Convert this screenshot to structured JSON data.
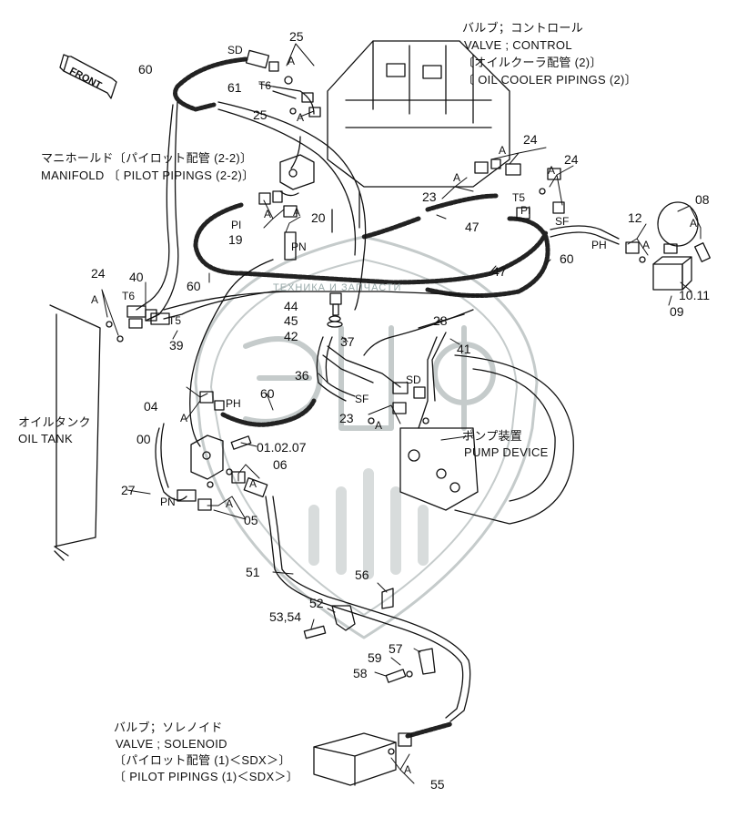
{
  "labels": {
    "control_valve": [
      "バルブ；コントロール",
      "VALVE ; CONTROL",
      "〔オイルクーラ配管 (2)〕",
      "〔 OIL COOLER PIPINGS (2)〕"
    ],
    "manifold": [
      "マニホールド〔パイロット配管 (2-2)〕",
      "MANIFOLD 〔 PILOT PIPINGS (2-2)〕"
    ],
    "oil_tank": [
      "オイルタンク",
      "OIL TANK"
    ],
    "pump_device": [
      "ポンプ装置",
      "PUMP DEVICE"
    ],
    "solenoid_valve": [
      "バルブ；ソレノイド",
      "VALVE ; SOLENOID",
      "〔パイロット配管 (1)＜SDX＞〕",
      "〔 PILOT PIPINGS (1)＜SDX＞〕"
    ],
    "front": "FRONT",
    "watermark": "ТЕХНИКА И ЗАПЧАСТИ"
  },
  "callouts": {
    "n25a": "25",
    "n25b": "25",
    "n60a": "60",
    "n61": "61",
    "n24a": "24",
    "n24b": "24",
    "n24c": "24",
    "n23a": "23",
    "n23b": "23",
    "n47a": "47",
    "n47b": "47",
    "n08": "08",
    "n12": "12",
    "n20": "20",
    "n19": "19",
    "n60b": "60",
    "n60c": "60",
    "n60d": "60",
    "n40": "40",
    "n39": "39",
    "n44": "44",
    "n45": "45",
    "n42": "42",
    "n28": "28",
    "n41": "41",
    "n37": "37",
    "n36": "36",
    "n04": "04",
    "n00": "00",
    "n01": "01.02.07",
    "n06": "06",
    "n27": "27",
    "n05": "05",
    "n09": "09",
    "n10": "10.11",
    "n51": "51",
    "n56": "56",
    "n52": "52",
    "n53": "53,54",
    "n57": "57",
    "n59": "59",
    "n58": "58",
    "n55": "55"
  },
  "ports": {
    "sd1": "SD",
    "t6a": "T6",
    "t6b": "T6",
    "t5a": "T5",
    "t5b": "T5",
    "pi1": "PI",
    "pi2": "PI",
    "sf1": "SF",
    "sf2": "SF",
    "ph1": "PH",
    "ph2": "PH",
    "pn1": "PN",
    "pn2": "PN",
    "sd2": "SD"
  },
  "a_marks": [
    "A",
    "A",
    "A",
    "A",
    "A",
    "A",
    "A",
    "A",
    "A",
    "A",
    "A",
    "A",
    "A",
    "A",
    "A"
  ]
}
